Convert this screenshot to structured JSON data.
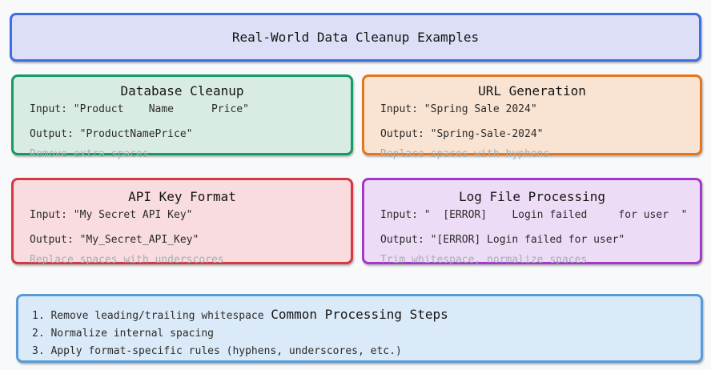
{
  "page": {
    "background": "#f8f9fa",
    "text_color": "#2b2b2b",
    "title_color": "#141414",
    "note_color": "#a7aeb1"
  },
  "header": {
    "title": "Real-World Data Cleanup Examples",
    "bg": "#dcdff6",
    "border": "#3e6ee0"
  },
  "cards": [
    {
      "title": "Database Cleanup",
      "input_line": "Input: \"Product    Name      Price\"",
      "output_line": "Output: \"ProductNamePrice\"",
      "note": "Remove extra spaces",
      "bg": "#d9ece3",
      "border": "#169b62"
    },
    {
      "title": "URL Generation",
      "input_line": "Input: \"Spring Sale 2024\"",
      "output_line": "Output: \"Spring-Sale-2024\"",
      "note": "Replace spaces with hyphens",
      "bg": "#f9e3d2",
      "border": "#e5761e"
    },
    {
      "title": "API Key Format",
      "input_line": "Input: \"My Secret API Key\"",
      "output_line": "Output: \"My_Secret_API_Key\"",
      "note": "Replace spaces with underscores",
      "bg": "#f8dcdf",
      "border": "#d53840"
    },
    {
      "title": "Log File Processing",
      "input_line": "Input: \"  [ERROR]    Login failed     for user  \"",
      "output_line": "Output: \"[ERROR] Login failed for user\"",
      "note": "Trim whitespace, normalize spaces",
      "bg": "#eddcf6",
      "border": "#a437cc"
    }
  ],
  "steps": {
    "title": "Common Processing Steps",
    "items": [
      "1. Remove leading/trailing whitespace",
      "2. Normalize internal spacing",
      "3. Apply format-specific rules (hyphens, underscores, etc.)"
    ],
    "bg": "#dbeaf8",
    "border": "#5b9bd5"
  }
}
